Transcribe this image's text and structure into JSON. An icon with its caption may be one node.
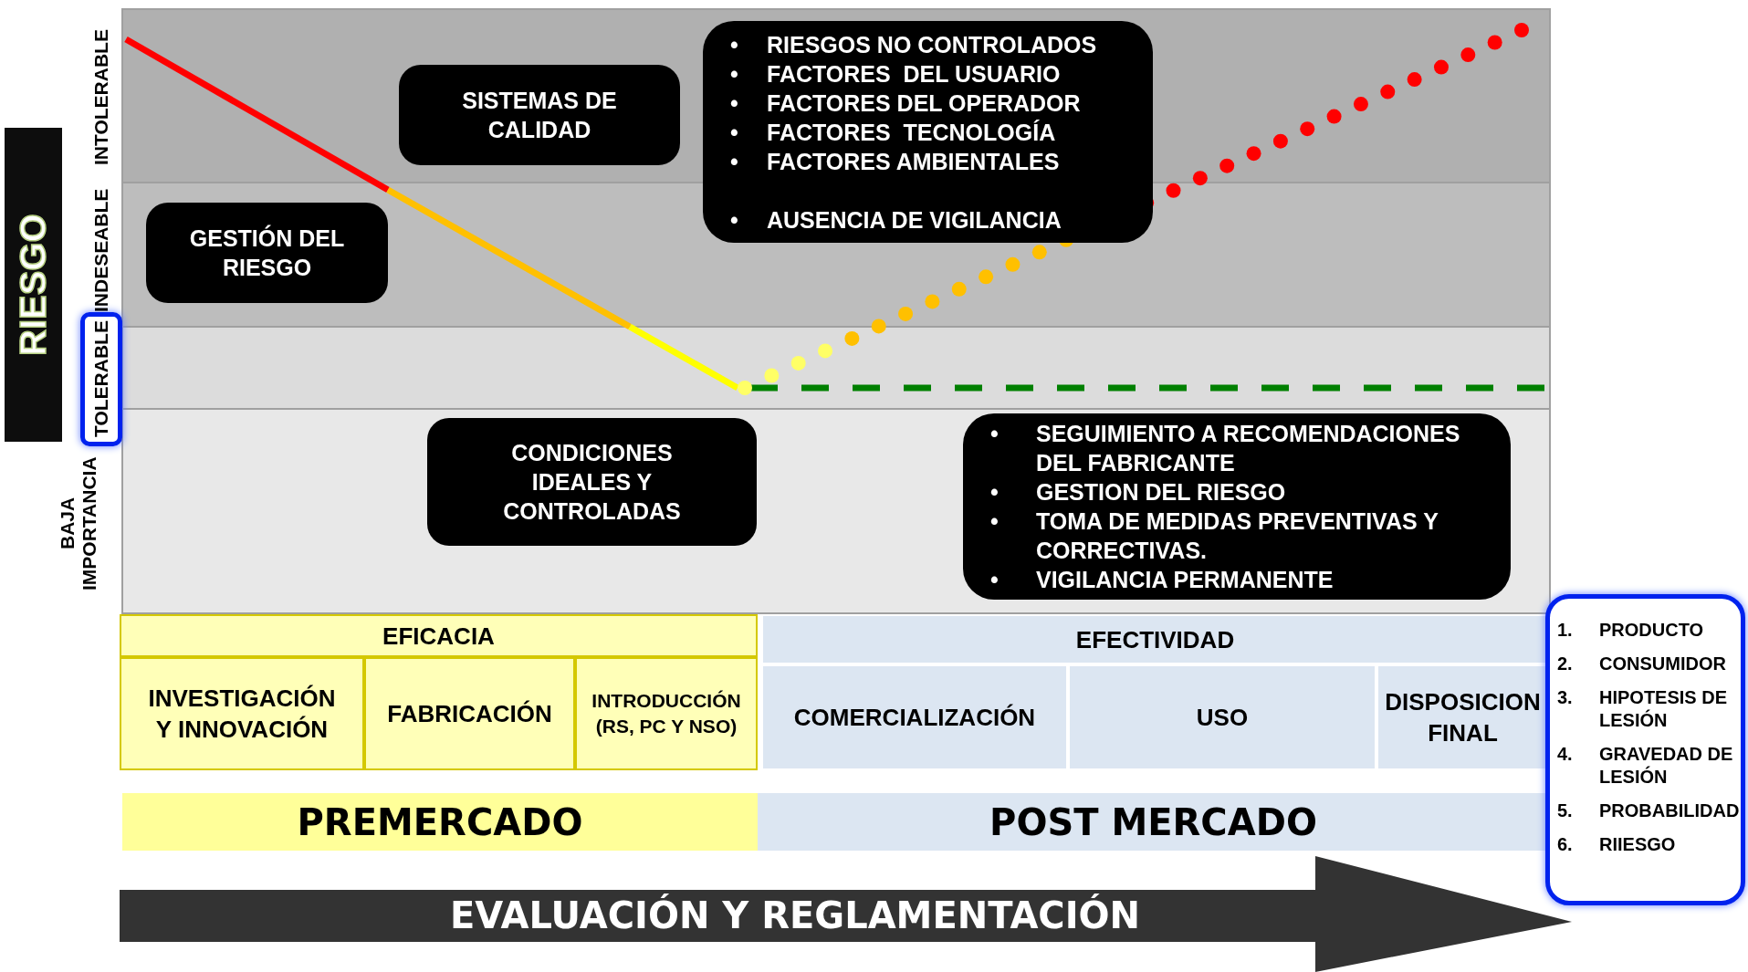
{
  "diagram": {
    "nodes": [
      {
        "text": [
          "RIESGO"
        ]
      },
      {
        "text": [
          "TOLERABLE"
        ]
      },
      {
        "text": [
          "SISTEMAS DE CALIDAD"
        ]
      },
      {
        "text": [
          "GESTIÓN DEL RIESGO"
        ]
      },
      {
        "text": [
          "•",
          "RIESGOS NO CONTROLADOS",
          "•",
          "FACTORES  DEL USUARIO",
          "•",
          "FACTORES DEL OPERADOR",
          "•",
          "FACTORES  TECNOLOGÍA",
          "•",
          "FACTORES AMBIENTALES",
          "•",
          "AUSENCIA DE VIGILANCIA"
        ]
      },
      {
        "text": [
          "CONDICIONES IDEALES Y CONTROLADAS"
        ]
      },
      {
        "text": [
          "•",
          "SEGUIMIENTO A RECOMENDACIONES DEL FABRICANTE",
          "•",
          "GESTION DEL RIESGO",
          "•",
          "TOMA DE MEDIDAS PREVENTIVAS Y CORRECTIVAS.",
          "•",
          "VIGILANCIA PERMANENTE"
        ]
      },
      {
        "text": [
          "EFICACIA"
        ]
      },
      {
        "text": [
          "INVESTIGACIÓN Y INNOVACIÓN"
        ]
      },
      {
        "text": [
          "FABRICACIÓN"
        ]
      },
      {
        "text": [
          "INTRODUCCIÓN (RS, PC Y NSO)"
        ]
      },
      {
        "text": [
          "EFECTIVIDAD"
        ]
      },
      {
        "text": [
          "COMERCIALIZACIÓN"
        ]
      },
      {
        "text": [
          "USO"
        ]
      },
      {
        "text": [
          "DISPOSICION FINAL"
        ]
      },
      {
        "text": [
          "PREMERCADO"
        ]
      },
      {
        "text": [
          "POST MERCADO"
        ]
      },
      {
        "text": [
          "EVALUACIÓN Y REGLAMENTACIÓN"
        ]
      },
      {
        "text": [
          "1.",
          "PRODUCTO",
          "2.",
          "CONSUMIDOR",
          "3.",
          "HIPOTESIS DE LESIÓN",
          "4.",
          "GRAVEDAD DE LESIÓN",
          "5.",
          "PROBABILIDAD",
          "6.",
          "RIIESGO"
        ]
      }
    ],
    "labels": [
      "INTOLERABLE",
      "INDESEABLE",
      "BAJA IMPORTANCIA"
    ]
  }
}
